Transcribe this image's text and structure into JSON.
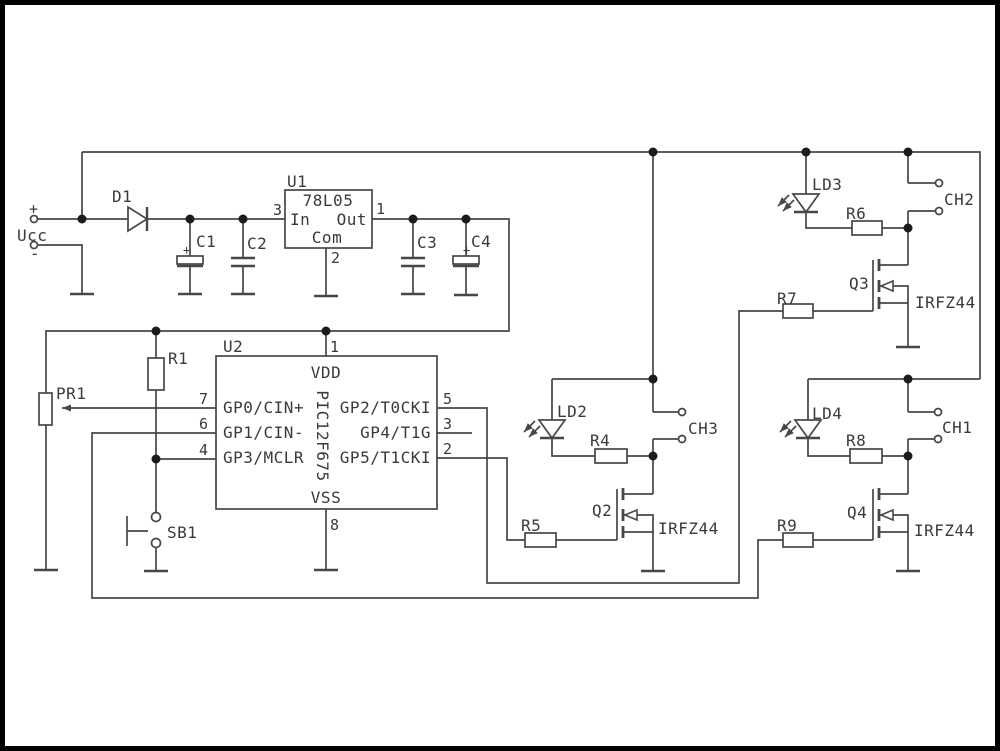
{
  "colors": {
    "line": "#474747",
    "text": "#3a3a3a",
    "background": "#ffffff",
    "frame": "#000000"
  },
  "power": {
    "label": "Ucc",
    "plus": "+",
    "minus": "-"
  },
  "d1": {
    "ref": "D1"
  },
  "c1": {
    "ref": "C1",
    "polarity": "+"
  },
  "c2": {
    "ref": "C2"
  },
  "c3": {
    "ref": "C3"
  },
  "c4": {
    "ref": "C4",
    "polarity": "+"
  },
  "u1": {
    "ref": "U1",
    "part": "78L05",
    "pins": {
      "in": {
        "num": "3",
        "label": "In"
      },
      "out": {
        "num": "1",
        "label": "Out"
      },
      "com": {
        "num": "2",
        "label": "Com"
      }
    }
  },
  "u2": {
    "ref": "U2",
    "part": "PIC12F675",
    "pins": {
      "vdd": {
        "num": "1",
        "label": "VDD"
      },
      "vss": {
        "num": "8",
        "label": "VSS"
      },
      "left": [
        {
          "num": "7",
          "label": "GP0/CIN+"
        },
        {
          "num": "6",
          "label": "GP1/CIN-"
        },
        {
          "num": "4",
          "label": "GP3/MCLR"
        }
      ],
      "right": [
        {
          "num": "5",
          "label": "GP2/T0CKI"
        },
        {
          "num": "3",
          "label": "GP4/T1G"
        },
        {
          "num": "2",
          "label": "GP5/T1CKI"
        }
      ]
    }
  },
  "pr1": {
    "ref": "PR1"
  },
  "r1": {
    "ref": "R1"
  },
  "r4": {
    "ref": "R4"
  },
  "r5": {
    "ref": "R5"
  },
  "r6": {
    "ref": "R6"
  },
  "r7": {
    "ref": "R7"
  },
  "r8": {
    "ref": "R8"
  },
  "r9": {
    "ref": "R9"
  },
  "sb1": {
    "ref": "SB1"
  },
  "ld2": {
    "ref": "LD2"
  },
  "ld3": {
    "ref": "LD3"
  },
  "ld4": {
    "ref": "LD4"
  },
  "q2": {
    "ref": "Q2",
    "part": "IRFZ44"
  },
  "q3": {
    "ref": "Q3",
    "part": "IRFZ44"
  },
  "q4": {
    "ref": "Q4",
    "part": "IRFZ44"
  },
  "ch1": {
    "ref": "CH1"
  },
  "ch2": {
    "ref": "CH2"
  },
  "ch3": {
    "ref": "CH3"
  }
}
